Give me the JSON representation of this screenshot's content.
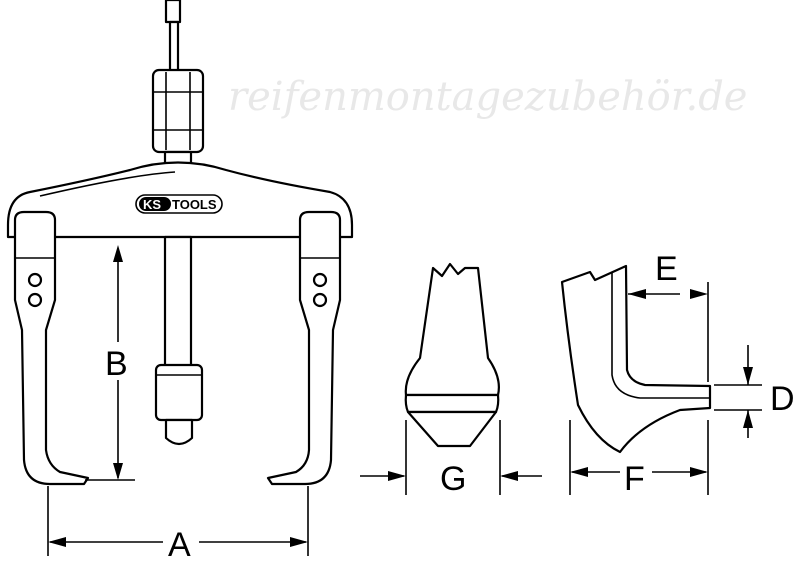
{
  "brand_logo": "KS TOOLS",
  "watermark": "reifenmontagezubehör.de",
  "dimension_labels": {
    "a": "A",
    "b": "B",
    "d": "D",
    "e": "E",
    "f": "F",
    "g": "G"
  }
}
